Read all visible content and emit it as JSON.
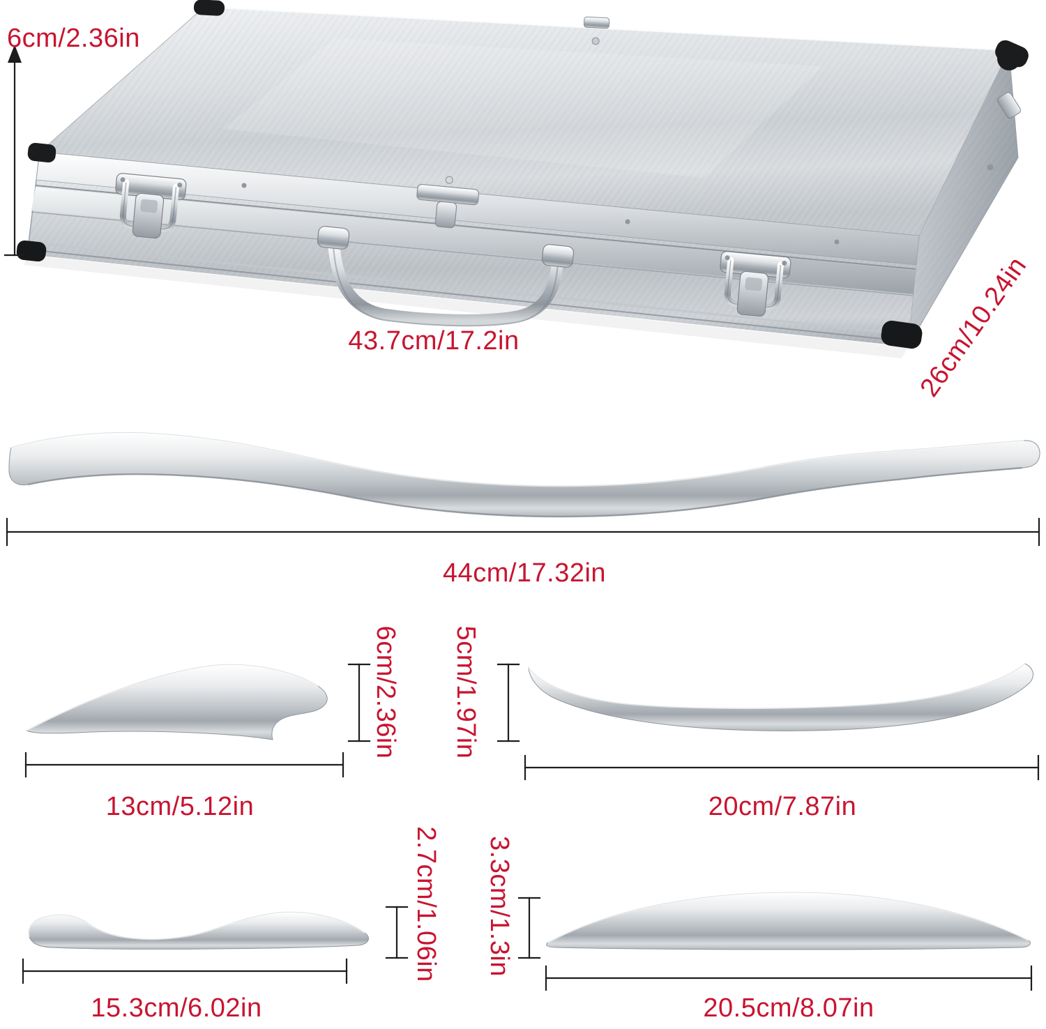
{
  "colors": {
    "dimension_text": "#c81430",
    "dimension_line": "#1d1d1f",
    "background": "#ffffff"
  },
  "case": {
    "name": "aluminum-storage-case",
    "height": "6cm/2.36in",
    "length": "43.7cm/17.2in",
    "depth": "26cm/10.24in"
  },
  "long_tool": {
    "name": "long-s-curve-gua-sha-tool",
    "length": "44cm/17.32in"
  },
  "tools": [
    {
      "name": "fin-scraper",
      "width": "13cm/5.12in",
      "height": "6cm/2.36in"
    },
    {
      "name": "double-horn-scraper",
      "width": "20cm/7.87in",
      "height": "5cm/1.97in"
    },
    {
      "name": "wave-scraper",
      "width": "15.3cm/6.02in",
      "height": "2.7cm/1.06in"
    },
    {
      "name": "crescent-scraper",
      "width": "20.5cm/8.07in",
      "height": "3.3cm/1.3in"
    }
  ]
}
